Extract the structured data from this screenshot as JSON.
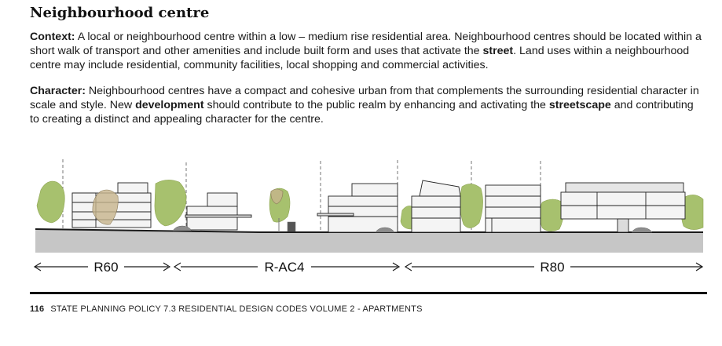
{
  "page": {
    "title": "Neighbourhood centre",
    "context": {
      "lead": "Context:",
      "t1": " A local or neighbourhood centre within a low – medium rise residential area.  Neighbourhood centres should be located within a short walk of transport and other amenities and include built form and uses that activate the ",
      "k1": "street",
      "t2": ". Land uses within a neighbourhood centre may include residential, community facilities, local shopping and commercial activities."
    },
    "character": {
      "lead": "Character:",
      "t1": " Neighbourhood centres have a compact and cohesive urban from that complements the surrounding residential character in scale and style. New ",
      "k1": "development",
      "t2": " should contribute to the public realm by enhancing and activating the ",
      "k2": "streetscape",
      "t3": " and contributing to creating a distinct and appealing character for the centre."
    }
  },
  "diagram": {
    "zones": [
      {
        "label": "R60",
        "start": 0.0,
        "end": 0.203
      },
      {
        "label": "R-AC4",
        "start": 0.203,
        "end": 0.548
      },
      {
        "label": "R80",
        "start": 0.548,
        "end": 1.0
      }
    ]
  },
  "footer": {
    "page_number": "116",
    "text": "STATE PLANNING POLICY 7.3 RESIDENTIAL DESIGN CODES VOLUME 2 - APARTMENTS"
  },
  "colors": {
    "ground": "#c6c6c6",
    "ground_line": "#1a1a1a",
    "building_fill": "#f4f4f4",
    "building_stroke": "#222222",
    "tree_green": "#a7c16e",
    "tree_tan": "#c7b48c",
    "car": "#8d8d8d"
  }
}
